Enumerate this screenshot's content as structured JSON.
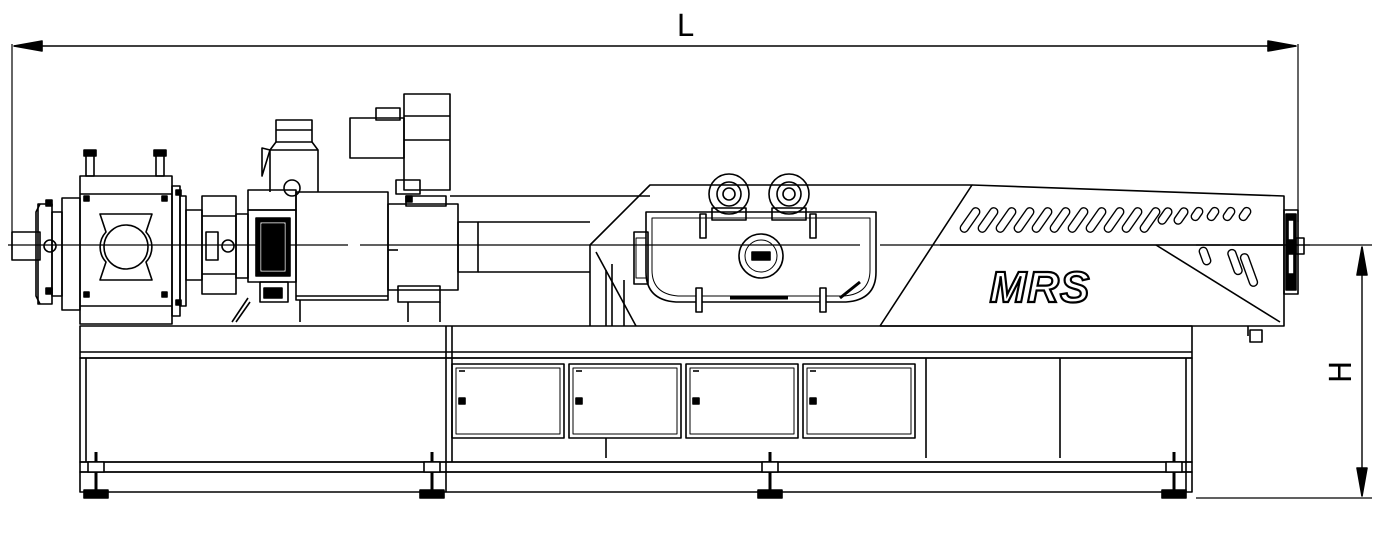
{
  "dimensions": {
    "length_label": "L",
    "height_label": "H"
  },
  "machine": {
    "brand_label": "MRS"
  },
  "colors": {
    "line": "#000000",
    "background": "#ffffff"
  }
}
